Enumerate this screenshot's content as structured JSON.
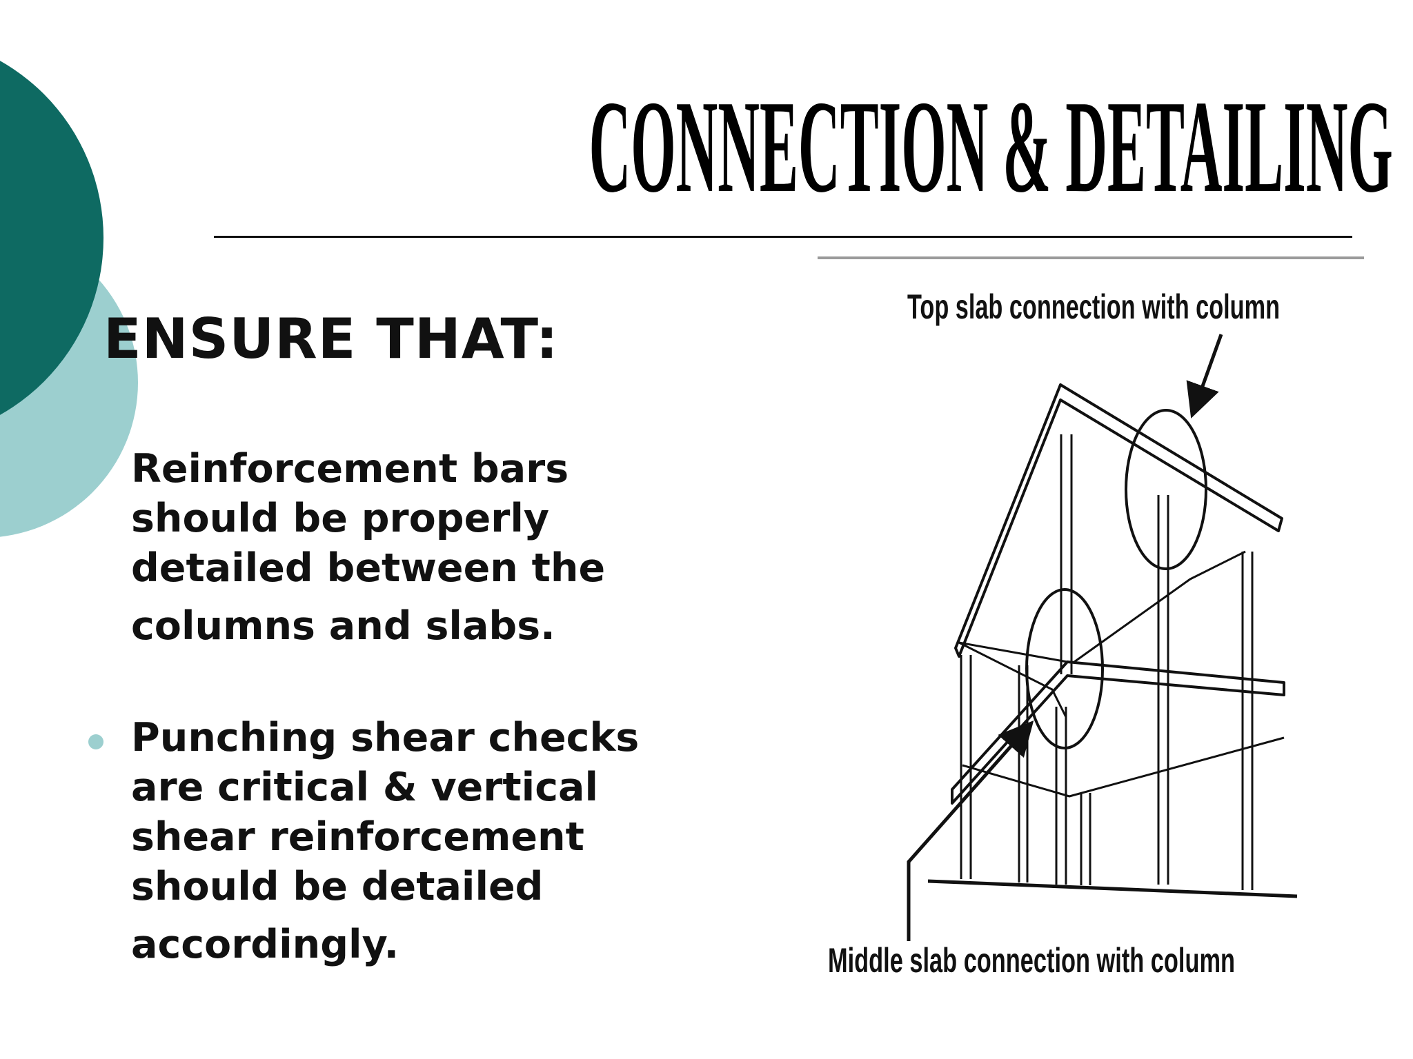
{
  "slide": {
    "title": "CONNECTION & DETAILING",
    "heading": "ENSURE THAT:",
    "bullets": [
      {
        "lines": [
          "Reinforcement bars",
          "should be properly",
          "detailed between the",
          "columns and slabs."
        ]
      },
      {
        "lines": [
          "Punching shear checks",
          "are critical & vertical",
          "shear reinforcement",
          "should be detailed",
          "accordingly."
        ]
      }
    ]
  },
  "figure": {
    "top_label": "Top slab connection with column",
    "bottom_label": "Middle slab connection with column"
  },
  "colors": {
    "dark_teal": "#0e6a62",
    "light_teal": "#9ccfcf",
    "text": "#111111"
  }
}
